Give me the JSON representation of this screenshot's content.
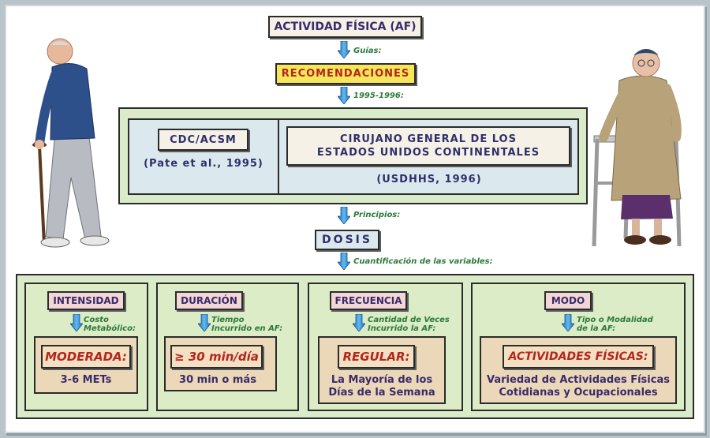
{
  "diagram": {
    "title": "ACTIVIDAD FÍSICA (AF)",
    "arrow1_label": "Guías:",
    "recomendaciones": "RECOMENDACIONES",
    "arrow2_label": "1995-1996:",
    "cdc_title": "CDC/ACSM",
    "cdc_ref": "(Pate et al., 1995)",
    "surgeon_title_line1": "CIRUJANO GENERAL DE LOS",
    "surgeon_title_line2": "ESTADOS UNIDOS CONTINENTALES",
    "surgeon_ref": "(USDHHS, 1996)",
    "arrow3_label": "Principios:",
    "dosis": "DOSIS",
    "arrow4_label": "Cuantificación de las variables:",
    "variables": [
      {
        "header": "INTENSIDAD",
        "arrow_line1": "Costo",
        "arrow_line2": "Metabólico:",
        "value": "MODERADA:",
        "detail_line1": "3-6 METs",
        "detail_line2": ""
      },
      {
        "header": "DURACIÓN",
        "arrow_line1": "Tiempo",
        "arrow_line2": "Incurrido en AF:",
        "value": "≥ 30 min/día",
        "detail_line1": "30 min o más",
        "detail_line2": ""
      },
      {
        "header": "FRECUENCIA",
        "arrow_line1": "Cantidad de Veces",
        "arrow_line2": "Incurrido la AF:",
        "value": "REGULAR:",
        "detail_line1": "La Mayoría de los",
        "detail_line2": "Días de la Semana"
      },
      {
        "header": "MODO",
        "arrow_line1": "Tipo o Modalidad",
        "arrow_line2": "de la AF:",
        "value": "ACTIVIDADES FÍSICAS:",
        "detail_line1": "Variedad de Actividades Físicas",
        "detail_line2": "Cotidianas y Ocupacionales"
      }
    ]
  },
  "illustrations": {
    "left": "elderly-man-with-cane",
    "right": "elderly-woman-with-walker"
  },
  "colors": {
    "arrow": "#3a9be0",
    "panel": "#d9ebc8",
    "accent_red": "#b3261e",
    "text_purple": "#3b2a6b",
    "label_green": "#2b7a3a"
  }
}
